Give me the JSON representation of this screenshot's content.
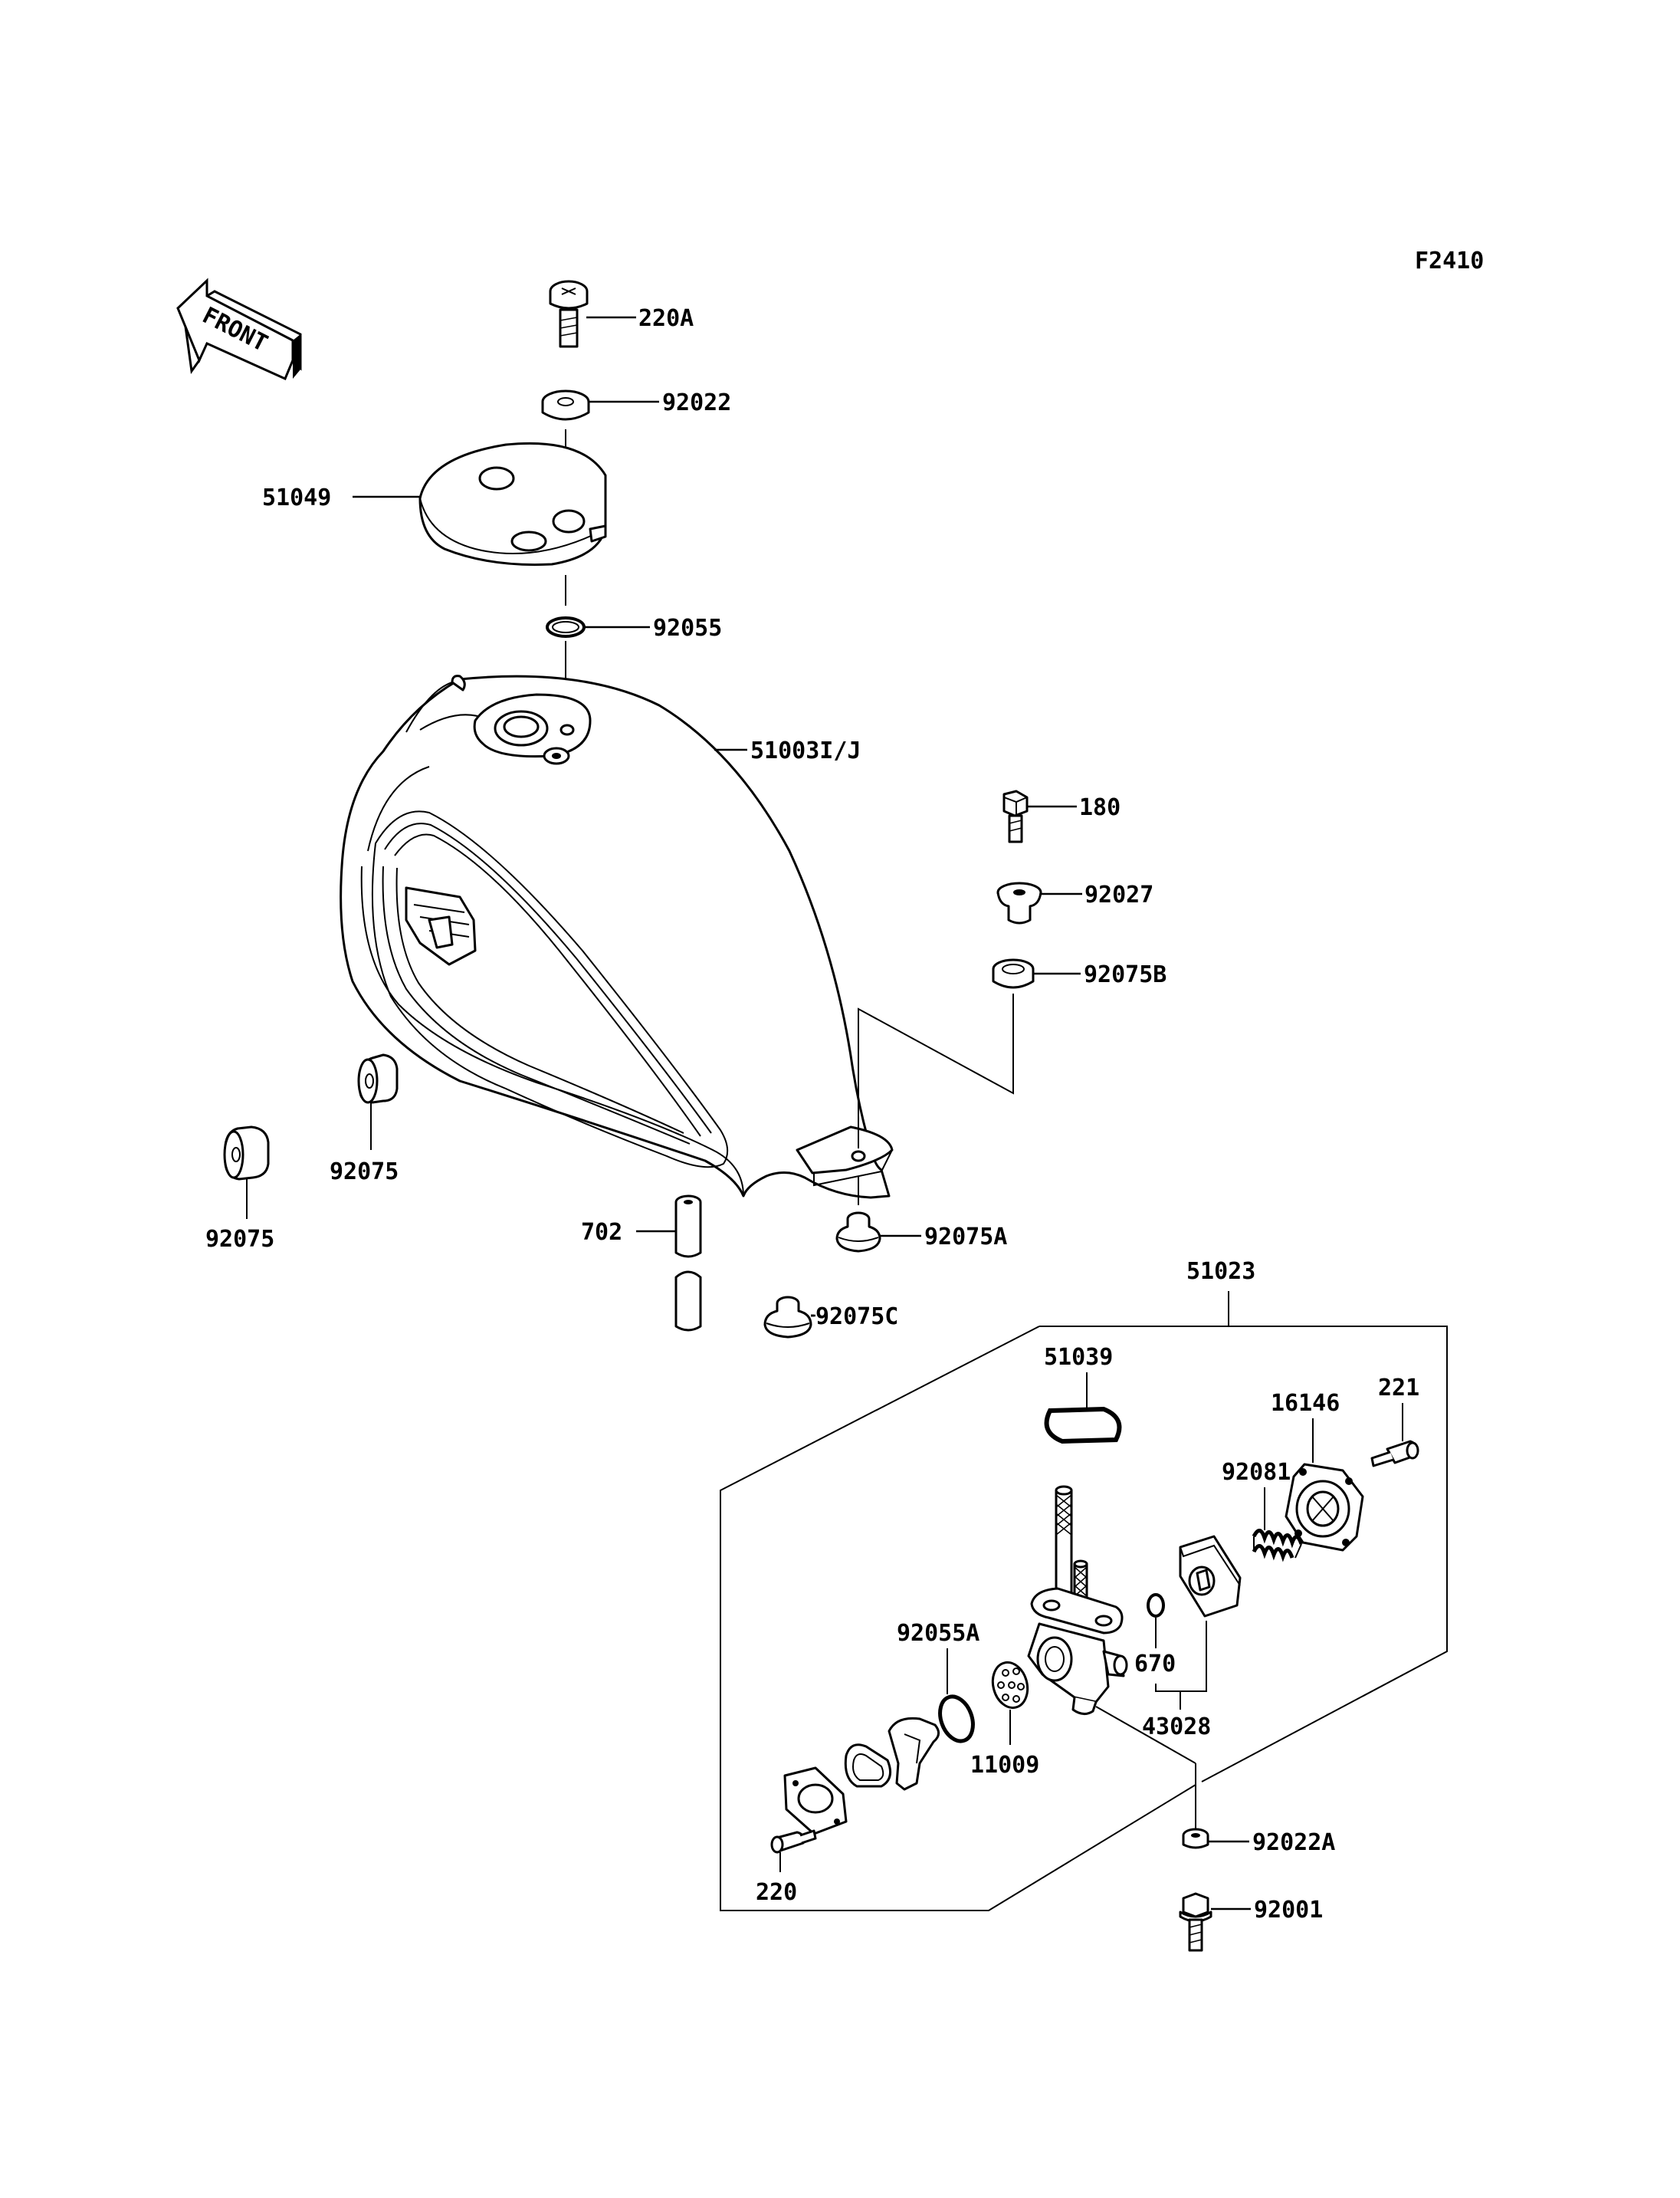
{
  "figure_code": "F2410",
  "direction_arrow": "FRONT",
  "part_labels": {
    "p220A": "220A",
    "p92022": "92022",
    "p51049": "51049",
    "p92055": "92055",
    "p51003": "51003I/J",
    "p180": "180",
    "p92027": "92027",
    "p92075B": "92075B",
    "p92075_a": "92075",
    "p92075_b": "92075",
    "p702": "702",
    "p92075A": "92075A",
    "p92075C": "92075C",
    "p51023": "51023",
    "p51039": "51039",
    "p16146": "16146",
    "p221": "221",
    "p92081": "92081",
    "p92055A": "92055A",
    "p670": "670",
    "p43028": "43028",
    "p11009": "11009",
    "p92022A": "92022A",
    "p220": "220",
    "p92001": "92001"
  },
  "icons": {
    "front_arrow": "front-arrow-icon",
    "fuel_tank": "fuel-tank-icon",
    "fuel_cock": "fuel-cock-assembly-icon"
  }
}
